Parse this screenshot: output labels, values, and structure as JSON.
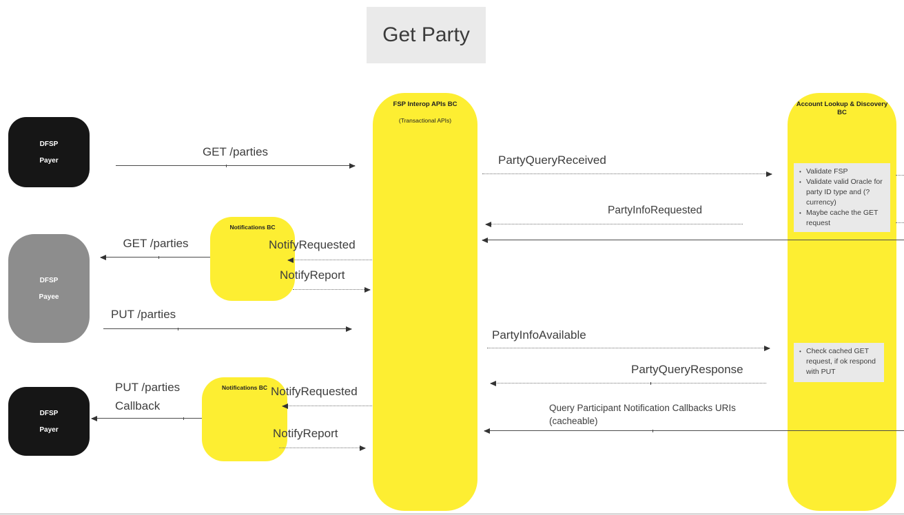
{
  "title": "Get Party",
  "actors": [
    {
      "line1": "DFSP",
      "line2": "Payer"
    },
    {
      "line1": "DFSP",
      "line2": "Payee"
    },
    {
      "line1": "DFSP",
      "line2": "Payer"
    }
  ],
  "lifelines": {
    "fsp_interop": {
      "title": "FSP Interop APIs BC",
      "subtitle": "(Transactional APIs)"
    },
    "account_lookup": {
      "title_line1": "Account Lookup & Discovery",
      "title_line2": "BC"
    },
    "notifications_1": {
      "title": "Notifications BC"
    },
    "notifications_2": {
      "title": "Notifications BC"
    }
  },
  "messages": {
    "get_parties_request": "GET /parties",
    "party_query_received": "PartyQueryReceived",
    "party_info_requested": "PartyInfoRequested",
    "get_parties_notify": "GET /parties",
    "notify_requested_1": "NotifyRequested",
    "notify_report_1": "NotifyReport",
    "put_parties": "PUT /parties",
    "party_info_available": "PartyInfoAvailable",
    "party_query_response": "PartyQueryResponse",
    "put_parties_callback_line1": "PUT /parties",
    "put_parties_callback_line2": "Callback",
    "notify_requested_2": "NotifyRequested",
    "notify_report_2": "NotifyReport",
    "query_callbacks_line1": "Query Participant Notification Callbacks URIs",
    "query_callbacks_line2": "(cacheable)"
  },
  "notes": {
    "validate": {
      "items": [
        "Validate FSP",
        "Validate valid Oracle for party ID type and (?currency)",
        "Maybe cache the GET request"
      ]
    },
    "check_cache": {
      "items": [
        "Check cached GET request, if ok respond with PUT"
      ]
    }
  },
  "colors": {
    "lifeline_yellow": "#fdee32",
    "actor_black": "#161616",
    "actor_gray": "#8d8d8d",
    "note_gray": "#e9e9e9",
    "title_gray": "#eaeaea",
    "text_dark": "#3d3d3d",
    "arrow": "#4a4a4a"
  }
}
